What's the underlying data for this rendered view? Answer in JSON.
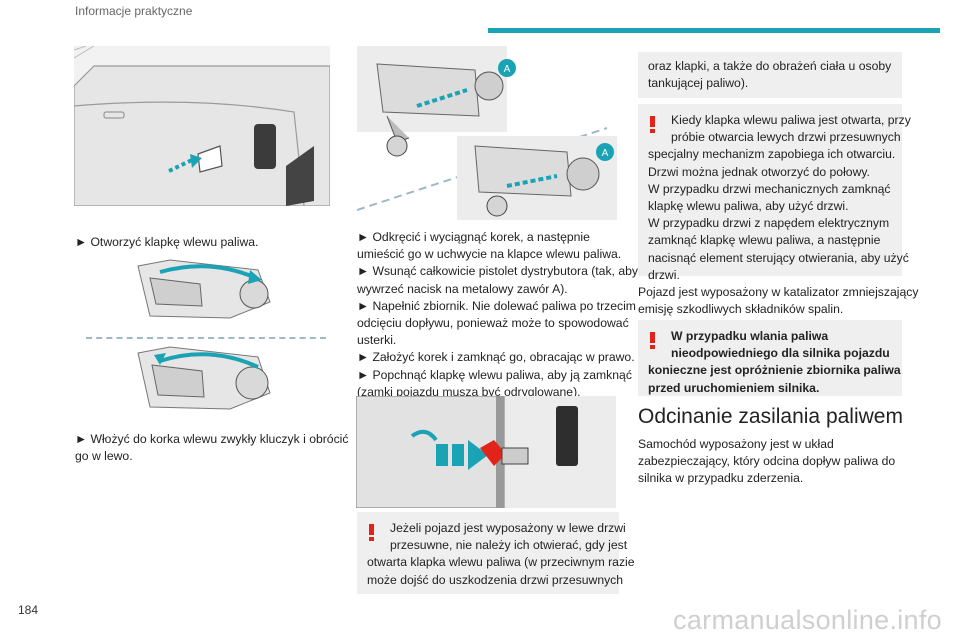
{
  "header": {
    "section": "Informacje praktyczne"
  },
  "page_number": "184",
  "watermark": "carmanualsonline.info",
  "illustration_labels": {
    "a1": "A",
    "a2": "A"
  },
  "col1": {
    "step1": "► Otworzyć klapkę wlewu paliwa.",
    "step2_line1": "► Włożyć do korka wlewu zwykły kluczyk i obrócić",
    "step2_line2": "go w lewo."
  },
  "col2": {
    "steps": [
      "► Odkręcić i wyciągnąć korek, a następnie",
      "umieścić go w uchwycie na klapce wlewu paliwa.",
      "► Wsunąć całkowicie pistolet dystrybutora (tak, aby",
      "wywrzeć nacisk na metalowy zawór A).",
      "► Napełnić zbiornik. Nie dolewać paliwa po trzecim",
      "odcięciu dopływu, ponieważ może to spowodować",
      "usterki.",
      "► Założyć korek i zamknąć go, obracając w prawo.",
      "► Popchnąć klapkę wlewu paliwa, aby ją zamknąć",
      "(zamki pojazdu muszą być odryglowane)."
    ],
    "warning": [
      "Jeżeli pojazd jest wyposażony w lewe drzwi",
      "przesuwne, nie należy ich otwierać, gdy jest",
      "otwarta klapka wlewu paliwa (w przeciwnym razie",
      "może dojść do uszkodzenia drzwi przesuwnych"
    ]
  },
  "col3": {
    "warning_cont": [
      "oraz klapki, a także do obrażeń ciała u osoby",
      "tankującej paliwo)."
    ],
    "warning2": [
      "Kiedy klapka wlewu paliwa jest otwarta, przy",
      "próbie otwarcia lewych drzwi przesuwnych",
      "specjalny mechanizm zapobiega ich otwarciu.",
      "Drzwi można jednak otworzyć do połowy.",
      "W przypadku drzwi mechanicznych zamknąć",
      "klapkę wlewu paliwa, aby użyć drzwi.",
      "W przypadku drzwi z napędem elektrycznym",
      "zamknąć klapkę wlewu paliwa, a następnie",
      "nacisnąć element sterujący otwierania, aby użyć",
      "drzwi."
    ],
    "para": [
      "Pojazd jest wyposażony w katalizator zmniejszający",
      "emisję szkodliwych składników spalin."
    ],
    "warning3": [
      "W przypadku wlania paliwa",
      "nieodpowiedniego dla silnika pojazdu",
      "konieczne jest opróżnienie zbiornika paliwa",
      "przed uruchomieniem silnika."
    ],
    "section_title": "Odcinanie zasilania paliwem",
    "section_text": [
      "Samochód wyposażony jest w układ",
      "zabezpieczający, który odcina dopływ paliwa do",
      "silnika w przypadku zderzenia."
    ]
  },
  "colors": {
    "accent": "#1aa3b5",
    "warning": "#e2231a",
    "panel": "#efefef",
    "arrow": "#1aa3b5"
  }
}
